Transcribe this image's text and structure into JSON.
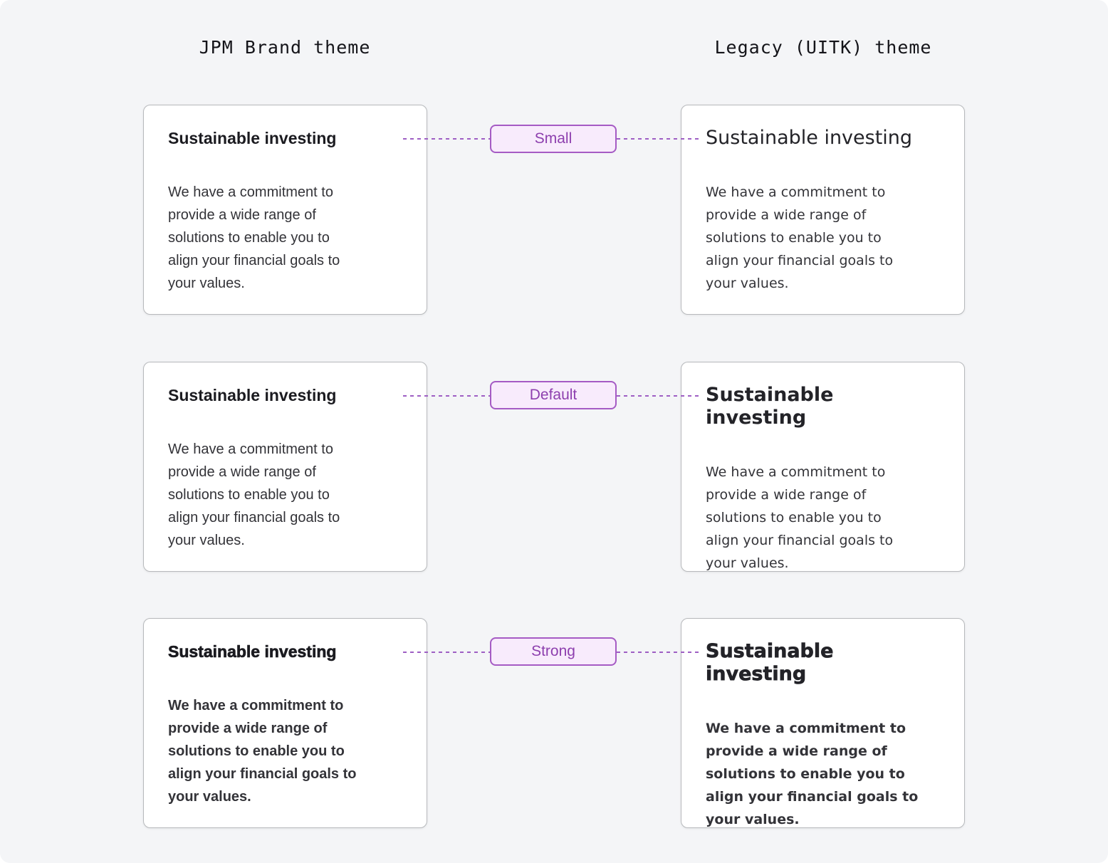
{
  "columns": [
    {
      "title": "JPM Brand theme"
    },
    {
      "title": "Legacy (UITK) theme"
    }
  ],
  "rows": [
    {
      "variant_label": "Small",
      "cards": [
        {
          "heading": "Sustainable investing",
          "body": "We have a commitment to\nprovide a wide range of\nsolutions to enable you to\nalign your financial goals to\nyour values."
        },
        {
          "heading": "Sustainable investing",
          "body": "We have a commitment to\nprovide a wide range of\nsolutions to enable you to\nalign your financial goals to\nyour values."
        }
      ]
    },
    {
      "variant_label": "Default",
      "cards": [
        {
          "heading": "Sustainable investing",
          "body": "We have a commitment to\nprovide a wide range of\nsolutions to enable you to\nalign your financial goals to\nyour values."
        },
        {
          "heading": "Sustainable investing",
          "body": "We have a commitment to\nprovide a wide range of\nsolutions to enable you to\nalign your financial goals to\nyour values."
        }
      ]
    },
    {
      "variant_label": "Strong",
      "cards": [
        {
          "heading": "Sustainable investing",
          "body": "We have a commitment to\nprovide a wide range of\nsolutions to enable you to\nalign your financial goals to\nyour values."
        },
        {
          "heading": "Sustainable investing",
          "body": "We have a commitment to\nprovide a wide range of\nsolutions to enable you to\nalign your financial goals to\nyour values."
        }
      ]
    }
  ],
  "colors": {
    "page_bg": "#f4f5f7",
    "card_bg": "#ffffff",
    "card_border": "#b7b9bc",
    "heading_text": "#1b1b20",
    "body_text": "#333338",
    "badge_bg": "#f8ebfc",
    "badge_border": "#a55bc4",
    "badge_text": "#8d3fae",
    "connector": "#9e5fc4"
  }
}
